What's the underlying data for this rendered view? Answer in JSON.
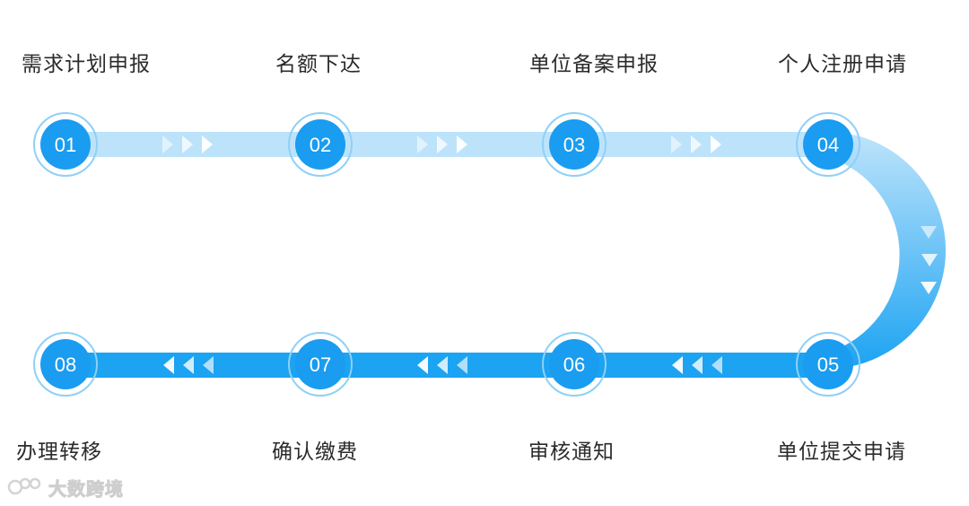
{
  "steps": [
    {
      "number": "01",
      "label": "需求计划申报"
    },
    {
      "number": "02",
      "label": "名额下达"
    },
    {
      "number": "03",
      "label": "单位备案申报"
    },
    {
      "number": "04",
      "label": "个人注册申请"
    },
    {
      "number": "05",
      "label": "单位提交申请"
    },
    {
      "number": "06",
      "label": "审核通知"
    },
    {
      "number": "07",
      "label": "确认缴费"
    },
    {
      "number": "08",
      "label": "办理转移"
    }
  ],
  "watermark": {
    "text": "大数跨境"
  },
  "colors": {
    "node_fill": "#1a9cf0",
    "node_ring": "#8fd0f7",
    "track_light": "#bde3fb",
    "track_dark": "#1ca3f2",
    "chevron": "#ffffff",
    "label_text": "#2b2b2b"
  }
}
